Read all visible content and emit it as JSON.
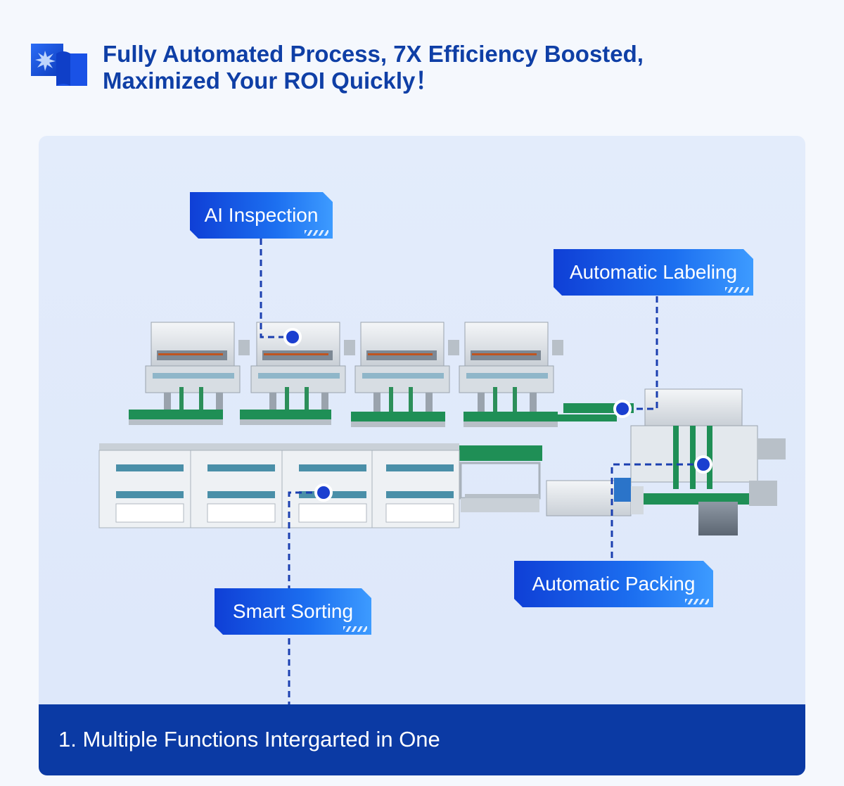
{
  "header": {
    "title_line1": "Fully Automated Process, 7X Efficiency Boosted,",
    "title_line2": "Maximized Your ROI Quickly！"
  },
  "callouts": {
    "ai_inspection": "AI Inspection",
    "automatic_labeling": "Automatic Labeling",
    "smart_sorting": "Smart Sorting",
    "automatic_packing": "Automatic Packing"
  },
  "footer": {
    "caption": "1. Multiple Functions Intergarted in One"
  },
  "colors": {
    "brand": "#0f3fa6",
    "accent": "#1d4be0",
    "footer": "#0b3aa4",
    "conveyor": "#1f8f56"
  }
}
